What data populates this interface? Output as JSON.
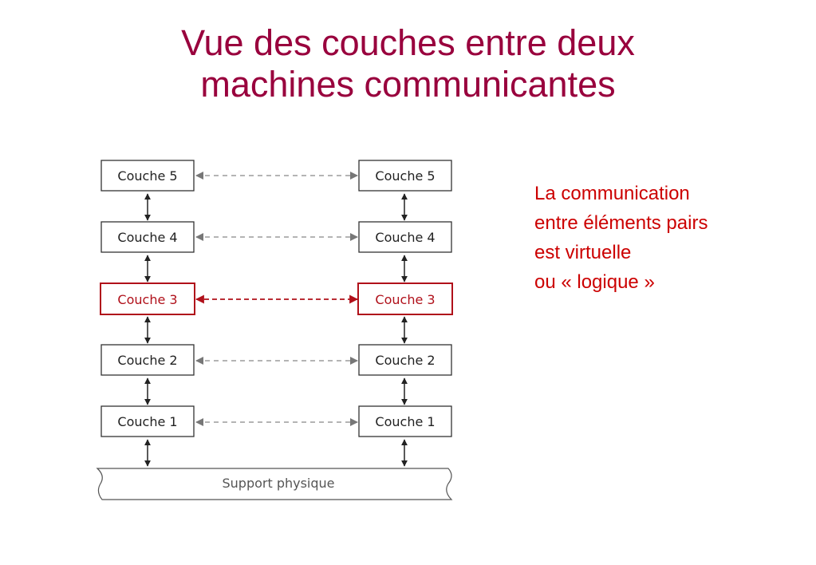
{
  "title": {
    "line1": "Vue des couches entre deux",
    "line2": "machines communicantes"
  },
  "note": {
    "line1": "La communication",
    "line2": "entre éléments pairs",
    "line3": "est virtuelle",
    "line4": "ou « logique »"
  },
  "diagram": {
    "left_stack": [
      "Couche 5",
      "Couche 4",
      "Couche 3",
      "Couche 2",
      "Couche 1"
    ],
    "right_stack": [
      "Couche 5",
      "Couche 4",
      "Couche 3",
      "Couche 2",
      "Couche 1"
    ],
    "highlighted_layer": "Couche 3",
    "medium_label": "Support physique",
    "colors": {
      "title": "#99003d",
      "note": "#cc0000",
      "highlight": "#b0101a",
      "box_border": "#333333",
      "dashed_link": "#888888"
    }
  }
}
